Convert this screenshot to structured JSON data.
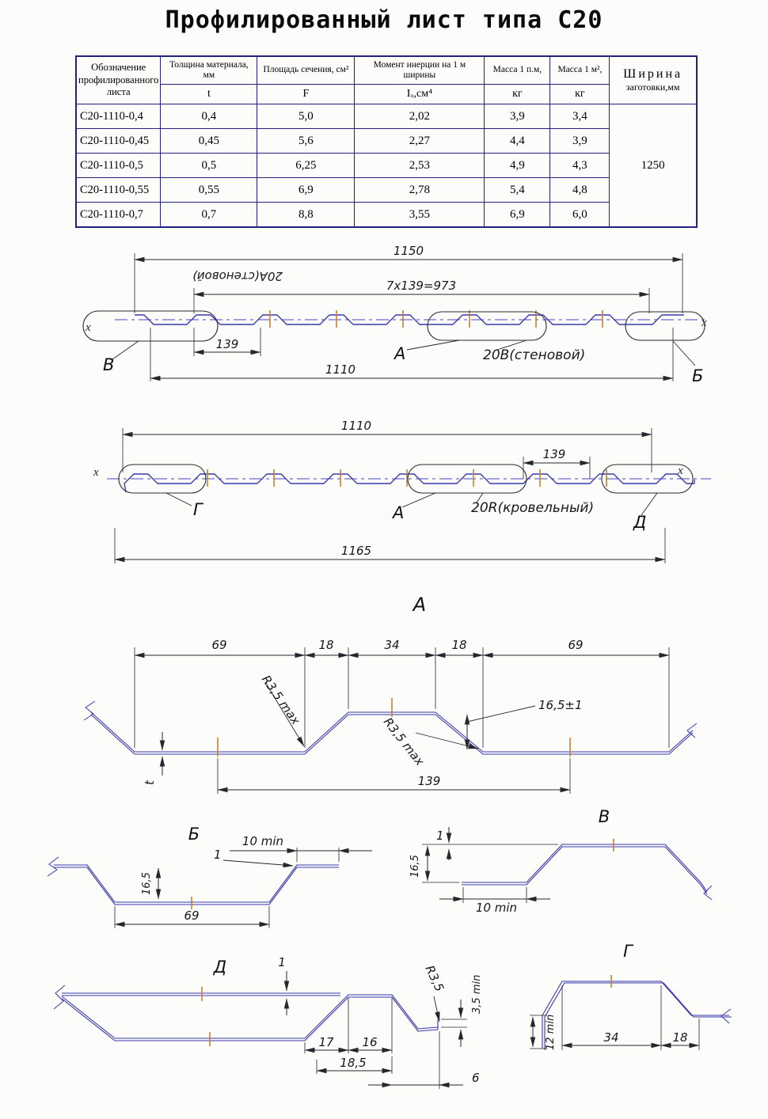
{
  "title": "Профилированный лист типа С20",
  "colors": {
    "profile_blue": "#3a3aae",
    "dimension": "#26262e",
    "centerline": "#4646c0",
    "tick_orange": "#c77f35",
    "table_border": "#23237e"
  },
  "table": {
    "headers": {
      "c1l1": "Обозначение",
      "c1l2": "профилированного",
      "c1l3": "листа",
      "c2name": "Толщина материала, мм",
      "c2sym": "t",
      "c3name": "Площадь сечения, см²",
      "c3sym": "F",
      "c4name": "Момент инерции на 1 м ширины",
      "c4sym": "Iₓ,см⁴",
      "c5name": "Масса 1 п.м,",
      "c5sym": "кг",
      "c6name": "Масса 1 м²,",
      "c6sym": "кг",
      "c7l1": "Ширина",
      "c7l2": "заготовки,мм"
    },
    "width_value": "1250",
    "rows": [
      {
        "name": "С20-1110-0,4",
        "t": "0,4",
        "f": "5,0",
        "i": "2,02",
        "mpm": "3,9",
        "mm2": "3,4"
      },
      {
        "name": "С20-1110-0,45",
        "t": "0,45",
        "f": "5,6",
        "i": "2,27",
        "mpm": "4,4",
        "mm2": "3,9"
      },
      {
        "name": "С20-1110-0,5",
        "t": "0,5",
        "f": "6,25",
        "i": "2,53",
        "mpm": "4,9",
        "mm2": "4,3"
      },
      {
        "name": "С20-1110-0,55",
        "t": "0,55",
        "f": "6,9",
        "i": "2,78",
        "mpm": "5,4",
        "mm2": "4,8"
      },
      {
        "name": "С20-1110-0,7",
        "t": "0,7",
        "f": "8,8",
        "i": "3,55",
        "mpm": "6,9",
        "mm2": "6,0"
      }
    ]
  },
  "drawing1": {
    "dim_total": "1150",
    "dim_pitch": "7х139=973",
    "label_mirrored": "20А(стеновой)",
    "dim_139": "139",
    "dim_1110": "1110",
    "label_A": "А",
    "label_20v": "20В(стеновой)",
    "label_V": "В",
    "label_B": "Б",
    "axis_left": "x",
    "axis_right": "x"
  },
  "drawing2": {
    "dim_1110": "1110",
    "dim_139": "139",
    "dim_1165": "1165",
    "label_G": "Г",
    "label_A": "А",
    "label_20r": "20R(кровельный)",
    "label_D": "Д",
    "axis_left": "x",
    "axis_right": "x"
  },
  "detail_a": {
    "title": "А",
    "d69l": "69",
    "d18l": "18",
    "d34": "34",
    "d18r": "18",
    "d69r": "69",
    "r1": "R3,5 max",
    "r2": "R3,5 max",
    "h": "16,5±1",
    "d139": "139",
    "t": "t"
  },
  "detail_b": {
    "title": "Б",
    "d10": "10 min",
    "t1": "1",
    "h": "16,5",
    "d69": "69"
  },
  "detail_v": {
    "title": "В",
    "h": "16,5",
    "t1": "1",
    "d10": "10 min"
  },
  "detail_d": {
    "title": "Д",
    "t1": "1",
    "d17": "17",
    "d16": "16",
    "d185": "18,5",
    "d6": "6",
    "r": "R3,5",
    "h35": "3,5 min"
  },
  "detail_g": {
    "title": "Г",
    "h12": "12 min",
    "d34": "34",
    "d18": "18"
  }
}
